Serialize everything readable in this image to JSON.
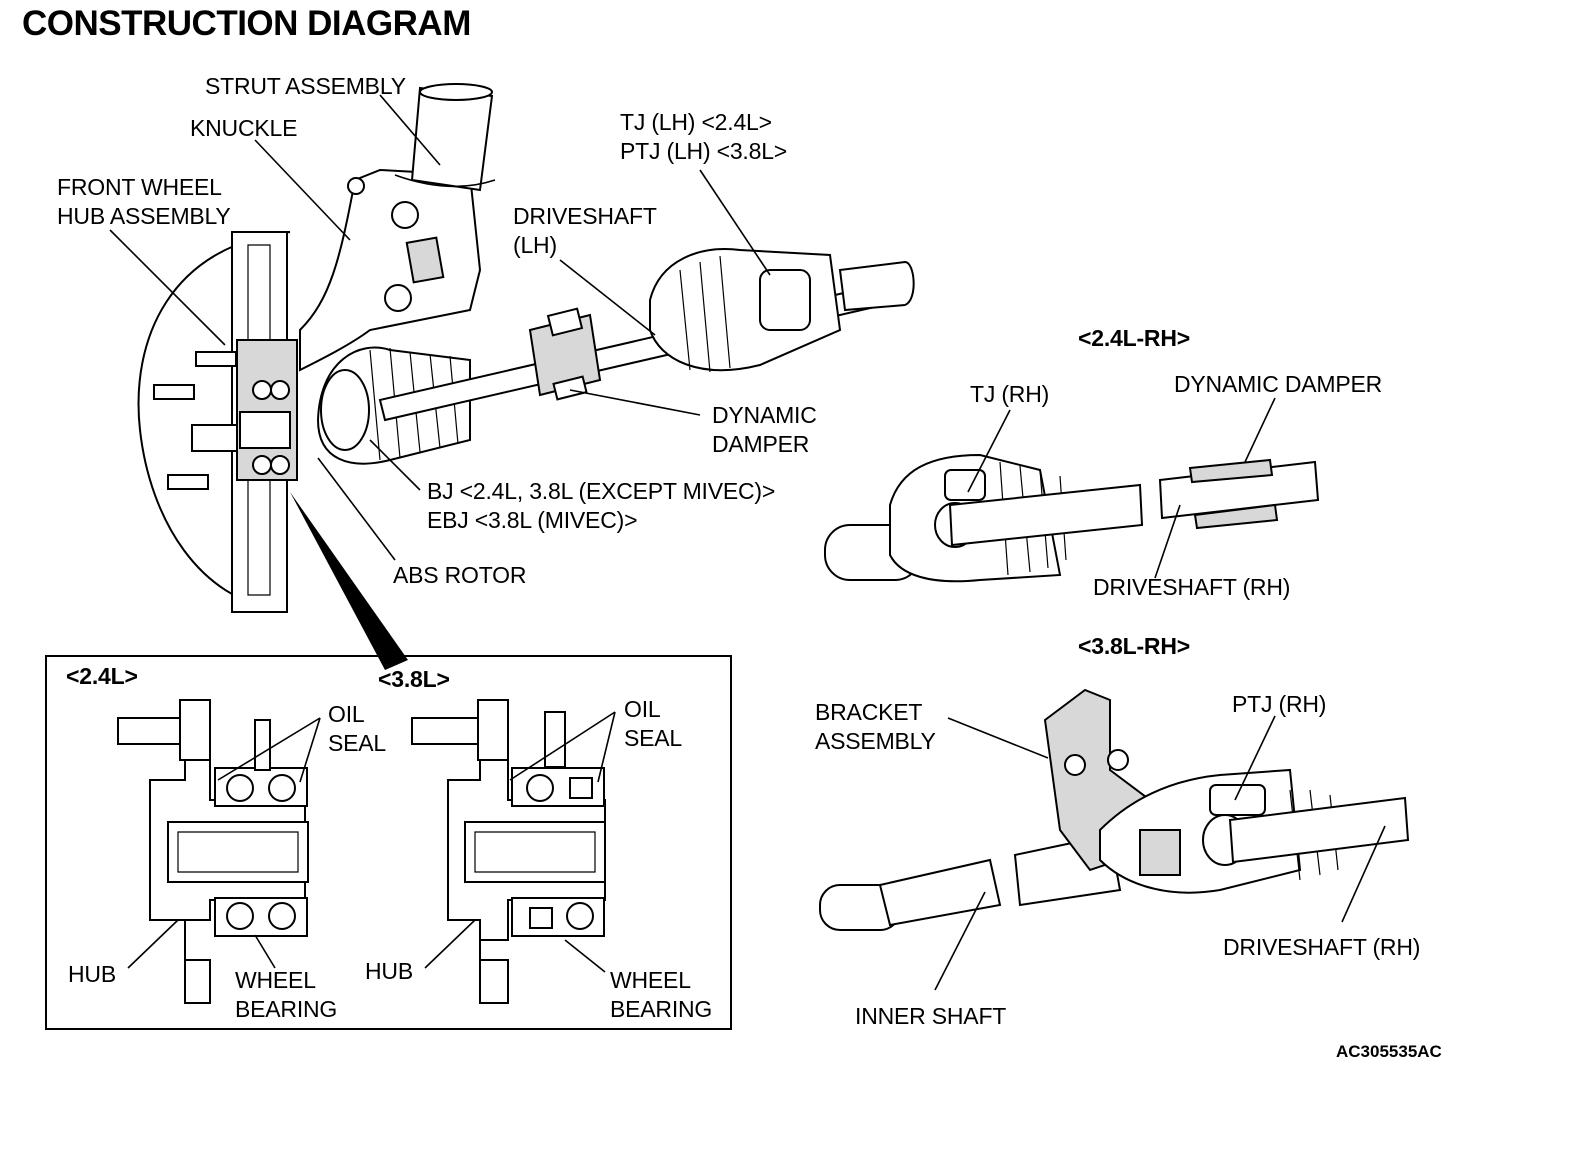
{
  "title": "CONSTRUCTION DIAGRAM",
  "labels": {
    "strut_assembly": "STRUT ASSEMBLY",
    "knuckle": "KNUCKLE",
    "front_wheel_hub": "FRONT WHEEL\nHUB ASSEMBLY",
    "tj_lh": "TJ (LH) <2.4L>\nPTJ (LH) <3.8L>",
    "driveshaft_lh": "DRIVESHAFT\n(LH)",
    "dynamic_damper_lh": "DYNAMIC\nDAMPER",
    "bj": "BJ <2.4L, 3.8L (EXCEPT MIVEC)>\nEBJ <3.8L (MIVEC)>",
    "abs_rotor": "ABS ROTOR",
    "rh_24_heading": "<2.4L-RH>",
    "tj_rh": "TJ (RH)",
    "dynamic_damper_rh": "DYNAMIC DAMPER",
    "driveshaft_rh_24": "DRIVESHAFT (RH)",
    "rh_38_heading": "<3.8L-RH>",
    "bracket_assembly": "BRACKET\nASSEMBLY",
    "ptj_rh": "PTJ (RH)",
    "driveshaft_rh_38": "DRIVESHAFT (RH)",
    "inner_shaft": "INNER SHAFT"
  },
  "inset": {
    "left_heading": "<2.4L>",
    "right_heading": "<3.8L>",
    "oil_seal": "OIL\nSEAL",
    "hub": "HUB",
    "wheel_bearing": "WHEEL\nBEARING"
  },
  "figure_id": "AC305535AC"
}
